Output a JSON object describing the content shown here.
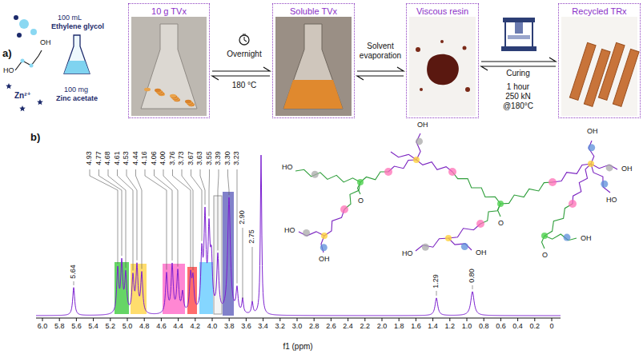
{
  "diagram": {
    "nodes": [
      {
        "text": [
          "10 g TVx"
        ]
      },
      {
        "text": [
          "Soluble TVx"
        ]
      },
      {
        "text": [
          "Viscous resin"
        ]
      },
      {
        "text": [
          "Recycled TRx"
        ]
      }
    ],
    "edges": [
      {
        "from": 0,
        "to": 1,
        "arrow": "both",
        "label": "Overnight"
      },
      {
        "from": 1,
        "to": 2,
        "arrow": "both",
        "label": "Solvent evaporation"
      },
      {
        "from": 2,
        "to": 3,
        "arrow": "both",
        "label": "Curing"
      }
    ],
    "labels": [
      "a)",
      "100 mL",
      "Ethylene glycol",
      "HO",
      "OH",
      "Zn²⁺",
      "100 mg",
      "Zinc acetate",
      "180 °C",
      "1 hour",
      "250 kN",
      "@180°C",
      "b)",
      "5.64",
      "4.93",
      "4.77",
      "4.68",
      "4.61",
      "4.53",
      "4.44",
      "4.16",
      "4.06",
      "4.00",
      "3.76",
      "3.73",
      "3.67",
      "3.63",
      "3.55",
      "3.39",
      "3.30",
      "3.23",
      "2.90",
      "2.75",
      "1.29",
      "0.80",
      "6.0",
      "5.8",
      "5.6",
      "5.4",
      "5.2",
      "5.0",
      "4.8",
      "4.6",
      "4.4",
      "4.2",
      "4.0",
      "3.8",
      "3.6",
      "3.4",
      "3.2",
      "3.0",
      "2.8",
      "2.6",
      "2.4",
      "2.2",
      "2.0",
      "1.8",
      "1.6",
      "1.4",
      "1.2",
      "1.0",
      "0.8",
      "0.6",
      "0.4",
      "0.2",
      "0",
      "f1 (ppm)",
      "HO",
      "OH",
      "OH",
      "OH",
      "HO",
      "HO",
      "OH",
      "HO",
      "OH",
      "OH",
      "O",
      "O",
      "O"
    ]
  }
}
